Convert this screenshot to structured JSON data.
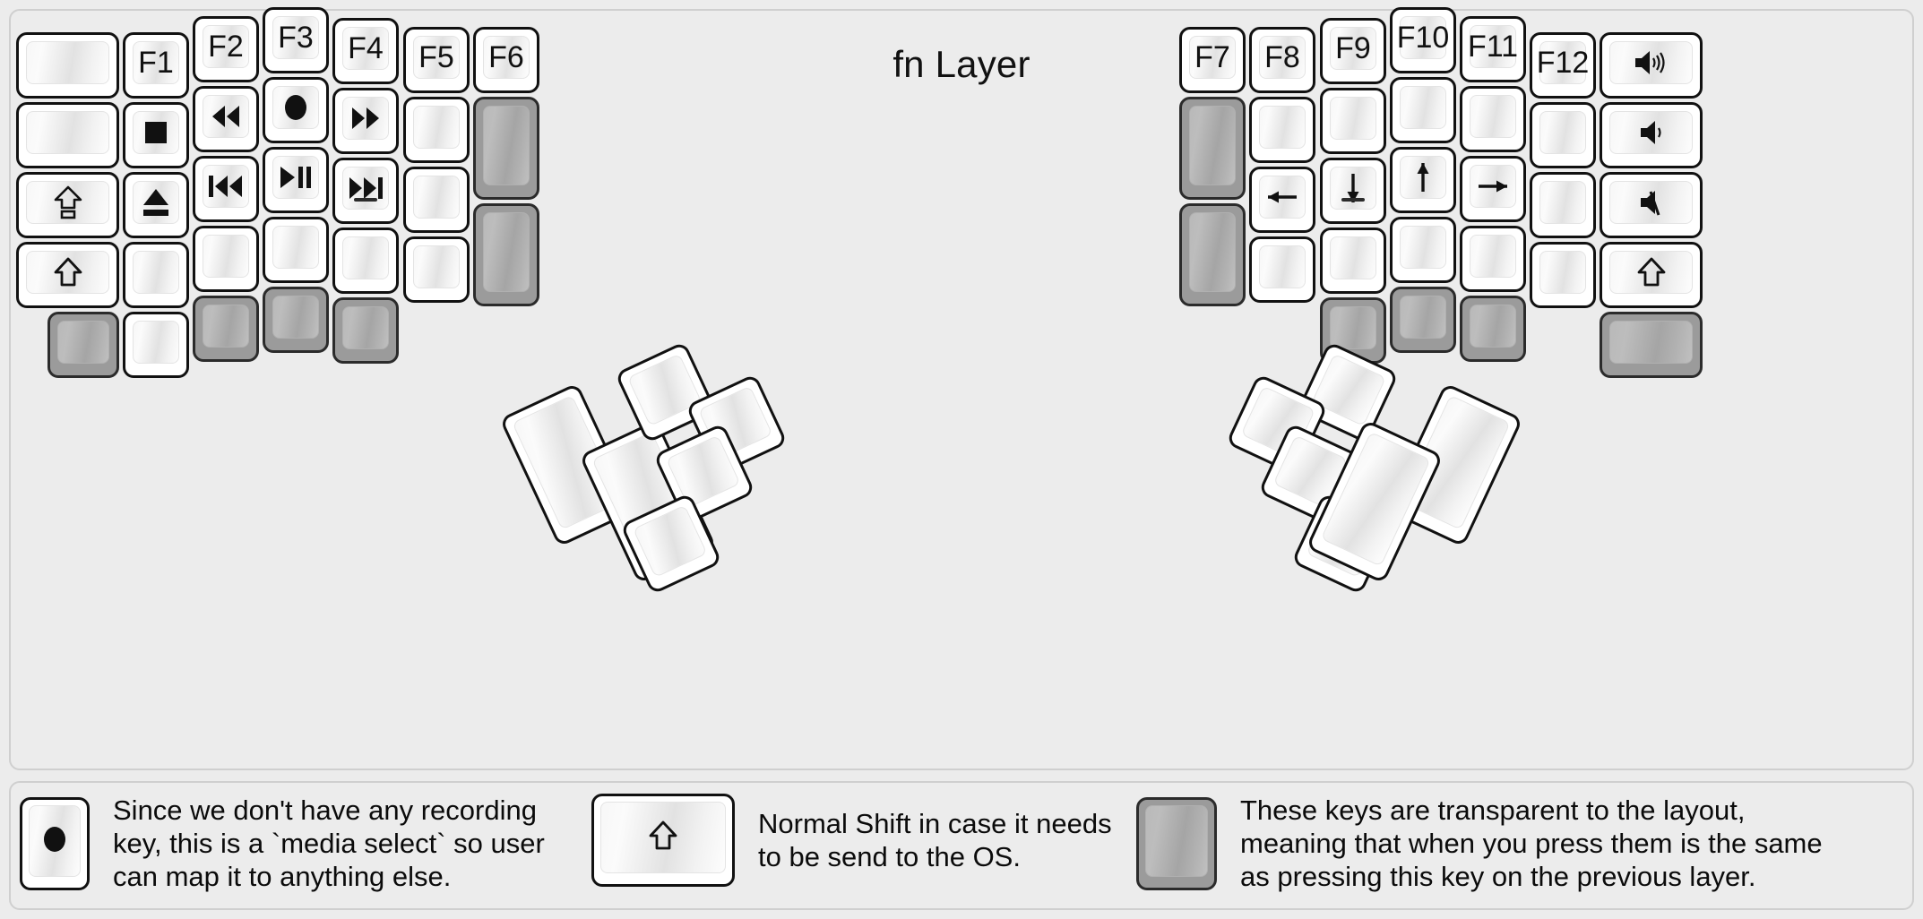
{
  "title": "fn Layer",
  "colors": {
    "background": "#ececec",
    "key_face": "#ffffff",
    "key_border": "#111111",
    "transparent_key": "#9b9b9b",
    "transparent_key_border": "#2b2b2b",
    "text": "#111111"
  },
  "legend": [
    {
      "key_icon": "record-icon",
      "transparent": false,
      "text": "Since we don't have any recording\nkey, this is a `media select` so user\ncan map it to anything else."
    },
    {
      "key_icon": "shift-arrow-icon",
      "transparent": false,
      "text": "Normal Shift in case it needs\nto be send to the OS."
    },
    {
      "key_icon": "blank-icon",
      "transparent": true,
      "text": "These keys are transparent to the layout,\nmeaning that when you press them is the same\nas pressing this key on the previous layer."
    }
  ],
  "left_half": {
    "columns": [
      {
        "name": "col-outer-left",
        "keys": [
          {
            "label": "",
            "icon": "blank-icon",
            "transparent": false
          },
          {
            "label": "",
            "icon": "blank-icon",
            "transparent": false
          },
          {
            "label": "",
            "icon": "capslock-icon",
            "transparent": false
          },
          {
            "label": "",
            "icon": "shift-arrow-icon",
            "transparent": false
          },
          {
            "label": "",
            "icon": "blank-icon",
            "transparent": true
          }
        ]
      },
      {
        "name": "col-f1",
        "keys": [
          {
            "label": "F1",
            "icon": "",
            "transparent": false
          },
          {
            "label": "",
            "icon": "stop-icon",
            "transparent": false
          },
          {
            "label": "",
            "icon": "eject-icon",
            "transparent": false
          },
          {
            "label": "",
            "icon": "blank-icon",
            "transparent": false
          },
          {
            "label": "",
            "icon": "blank-icon",
            "transparent": false
          }
        ]
      },
      {
        "name": "col-f2",
        "keys": [
          {
            "label": "F2",
            "icon": "",
            "transparent": false
          },
          {
            "label": "",
            "icon": "rewind-icon",
            "transparent": false
          },
          {
            "label": "",
            "icon": "previous-track-icon",
            "transparent": false
          },
          {
            "label": "",
            "icon": "blank-icon",
            "transparent": false
          },
          {
            "label": "",
            "icon": "blank-icon",
            "transparent": true
          }
        ]
      },
      {
        "name": "col-f3",
        "keys": [
          {
            "label": "F3",
            "icon": "",
            "transparent": false
          },
          {
            "label": "",
            "icon": "record-icon",
            "transparent": false
          },
          {
            "label": "",
            "icon": "play-pause-icon",
            "transparent": false
          },
          {
            "label": "",
            "icon": "blank-icon",
            "transparent": false
          },
          {
            "label": "",
            "icon": "blank-icon",
            "transparent": true
          }
        ]
      },
      {
        "name": "col-f4",
        "keys": [
          {
            "label": "F4",
            "icon": "",
            "transparent": false
          },
          {
            "label": "",
            "icon": "fast-forward-icon",
            "transparent": false
          },
          {
            "label": "",
            "icon": "next-track-icon",
            "transparent": false,
            "homing": true
          },
          {
            "label": "",
            "icon": "blank-icon",
            "transparent": false
          },
          {
            "label": "",
            "icon": "blank-icon",
            "transparent": true
          }
        ]
      },
      {
        "name": "col-f5",
        "keys": [
          {
            "label": "F5",
            "icon": "",
            "transparent": false
          },
          {
            "label": "",
            "icon": "blank-icon",
            "transparent": false
          },
          {
            "label": "",
            "icon": "blank-icon",
            "transparent": false
          },
          {
            "label": "",
            "icon": "blank-icon",
            "transparent": false
          }
        ]
      },
      {
        "name": "col-f6",
        "keys": [
          {
            "label": "F6",
            "icon": "",
            "transparent": false
          },
          {
            "label": "",
            "icon": "blank-icon",
            "transparent": true
          },
          {
            "label": "",
            "icon": "blank-icon",
            "transparent": true
          }
        ]
      }
    ],
    "thumb_cluster": [
      {
        "name": "thumb-large-1",
        "icon": "blank-icon",
        "transparent": false
      },
      {
        "name": "thumb-large-2",
        "icon": "blank-icon",
        "transparent": false
      },
      {
        "name": "thumb-small-top",
        "icon": "blank-icon",
        "transparent": false
      },
      {
        "name": "thumb-small-outer",
        "icon": "blank-icon",
        "transparent": false
      },
      {
        "name": "thumb-small-mid",
        "icon": "blank-icon",
        "transparent": false
      },
      {
        "name": "thumb-small-bottom",
        "icon": "blank-icon",
        "transparent": false
      }
    ]
  },
  "right_half": {
    "columns": [
      {
        "name": "col-f7",
        "keys": [
          {
            "label": "F7",
            "icon": "",
            "transparent": false
          },
          {
            "label": "",
            "icon": "blank-icon",
            "transparent": true
          },
          {
            "label": "",
            "icon": "blank-icon",
            "transparent": true
          }
        ]
      },
      {
        "name": "col-f8",
        "keys": [
          {
            "label": "F8",
            "icon": "",
            "transparent": false
          },
          {
            "label": "",
            "icon": "blank-icon",
            "transparent": false
          },
          {
            "label": "",
            "icon": "arrow-left-icon",
            "transparent": false
          },
          {
            "label": "",
            "icon": "blank-icon",
            "transparent": false
          }
        ]
      },
      {
        "name": "col-f9",
        "keys": [
          {
            "label": "F9",
            "icon": "",
            "transparent": false
          },
          {
            "label": "",
            "icon": "blank-icon",
            "transparent": false
          },
          {
            "label": "",
            "icon": "arrow-down-icon",
            "transparent": false,
            "homing": true
          },
          {
            "label": "",
            "icon": "blank-icon",
            "transparent": false
          },
          {
            "label": "",
            "icon": "blank-icon",
            "transparent": true
          }
        ]
      },
      {
        "name": "col-f10",
        "keys": [
          {
            "label": "F10",
            "icon": "",
            "transparent": false
          },
          {
            "label": "",
            "icon": "blank-icon",
            "transparent": false
          },
          {
            "label": "",
            "icon": "arrow-up-icon",
            "transparent": false
          },
          {
            "label": "",
            "icon": "blank-icon",
            "transparent": false
          },
          {
            "label": "",
            "icon": "blank-icon",
            "transparent": true
          }
        ]
      },
      {
        "name": "col-f11",
        "keys": [
          {
            "label": "F11",
            "icon": "",
            "transparent": false
          },
          {
            "label": "",
            "icon": "blank-icon",
            "transparent": false
          },
          {
            "label": "",
            "icon": "arrow-right-icon",
            "transparent": false
          },
          {
            "label": "",
            "icon": "blank-icon",
            "transparent": false
          },
          {
            "label": "",
            "icon": "blank-icon",
            "transparent": true
          }
        ]
      },
      {
        "name": "col-f12",
        "keys": [
          {
            "label": "F12",
            "icon": "",
            "transparent": false
          },
          {
            "label": "",
            "icon": "blank-icon",
            "transparent": false
          },
          {
            "label": "",
            "icon": "blank-icon",
            "transparent": false
          },
          {
            "label": "",
            "icon": "blank-icon",
            "transparent": false
          }
        ]
      },
      {
        "name": "col-outer-right",
        "keys": [
          {
            "label": "",
            "icon": "volume-up-icon",
            "transparent": false
          },
          {
            "label": "",
            "icon": "volume-down-icon",
            "transparent": false
          },
          {
            "label": "",
            "icon": "volume-mute-icon",
            "transparent": false
          },
          {
            "label": "",
            "icon": "shift-arrow-icon",
            "transparent": false
          },
          {
            "label": "",
            "icon": "blank-icon",
            "transparent": true
          }
        ]
      }
    ],
    "thumb_cluster": [
      {
        "name": "thumb-small-top",
        "icon": "blank-icon",
        "transparent": false
      },
      {
        "name": "thumb-small-outer",
        "icon": "blank-icon",
        "transparent": false
      },
      {
        "name": "thumb-small-mid",
        "icon": "blank-icon",
        "transparent": false
      },
      {
        "name": "thumb-small-bottom",
        "icon": "blank-icon",
        "transparent": false
      },
      {
        "name": "thumb-large-1",
        "icon": "blank-icon",
        "transparent": false
      },
      {
        "name": "thumb-large-2",
        "icon": "blank-icon",
        "transparent": false
      }
    ]
  }
}
